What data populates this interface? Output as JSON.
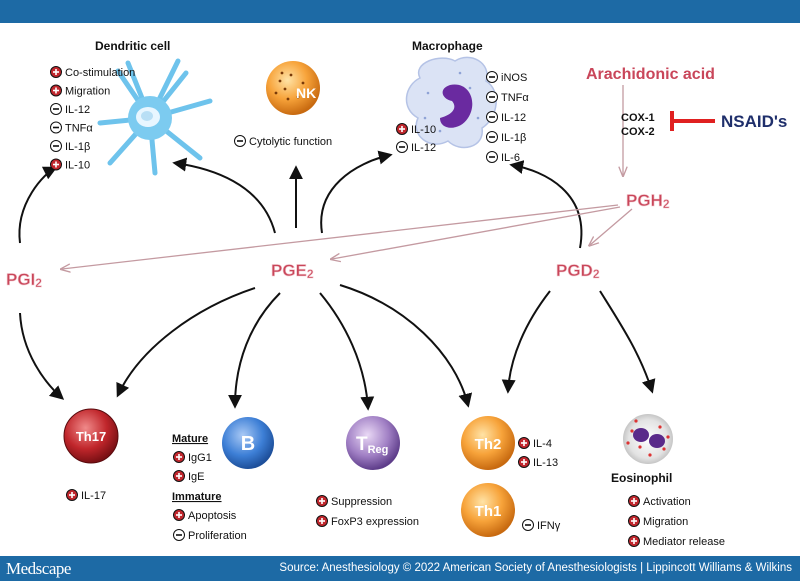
{
  "footer": {
    "logo": "Medscape",
    "source": "Source: Anesthesiology © 2022 American Society of Anesthesiologists | Lippincott Williams & Wilkins"
  },
  "diagram": {
    "prostaglandins": {
      "pgi2": "PGI",
      "pge2": "PGE",
      "pgd2": "PGD",
      "pgh2": "PGH",
      "subscript": "2"
    },
    "arachidonic_acid": "Arachidonic acid",
    "cox1": "COX-1",
    "cox2": "COX-2",
    "nsaids": "NSAID's",
    "dendritic": {
      "title": "Dendritic cell",
      "items": [
        {
          "sign": "plus",
          "text": "Co-stimulation"
        },
        {
          "sign": "plus",
          "text": "Migration"
        },
        {
          "sign": "minus",
          "text": "IL-12"
        },
        {
          "sign": "minus",
          "text": "TNFα"
        },
        {
          "sign": "minus",
          "text": "IL-1β"
        },
        {
          "sign": "plus",
          "text": "IL-10"
        }
      ]
    },
    "nk": {
      "label": "NK",
      "item": {
        "sign": "minus",
        "text": "Cytolytic function"
      }
    },
    "macrophage": {
      "title": "Macrophage",
      "left_items": [
        {
          "sign": "plus",
          "text": "IL-10"
        },
        {
          "sign": "minus",
          "text": "IL-12"
        }
      ],
      "right_items": [
        {
          "sign": "minus",
          "text": "iNOS"
        },
        {
          "sign": "minus",
          "text": "TNFα"
        },
        {
          "sign": "minus",
          "text": "IL-12"
        },
        {
          "sign": "minus",
          "text": "IL-1β"
        },
        {
          "sign": "minus",
          "text": "IL-6"
        }
      ]
    },
    "th17": {
      "label": "Th17",
      "item": {
        "sign": "plus",
        "text": "IL-17"
      }
    },
    "bcell": {
      "label": "B",
      "mature_label": "Mature",
      "mature_items": [
        {
          "sign": "plus",
          "text": "IgG1"
        },
        {
          "sign": "plus",
          "text": "IgE"
        }
      ],
      "immature_label": "Immature",
      "immature_items": [
        {
          "sign": "plus",
          "text": "Apoptosis"
        },
        {
          "sign": "minus",
          "text": "Proliferation"
        }
      ]
    },
    "treg": {
      "label": "T",
      "label_sub": "Reg",
      "items": [
        {
          "sign": "plus",
          "text": "Suppression"
        },
        {
          "sign": "plus",
          "text": "FoxP3 expression"
        }
      ]
    },
    "th2": {
      "label": "Th2",
      "items": [
        {
          "sign": "plus",
          "text": "IL-4"
        },
        {
          "sign": "plus",
          "text": "IL-13"
        }
      ]
    },
    "th1": {
      "label": "Th1",
      "item": {
        "sign": "minus",
        "text": "IFNγ"
      }
    },
    "eosinophil": {
      "title": "Eosinophil",
      "items": [
        {
          "sign": "plus",
          "text": "Activation"
        },
        {
          "sign": "plus",
          "text": "Migration"
        },
        {
          "sign": "plus",
          "text": "Mediator release"
        }
      ]
    },
    "colors": {
      "header_bar": "#1d6aa5",
      "prostaglandin_text": "#c9465a",
      "nsaid_text": "#1f2f6b",
      "inhibit_bar": "#e02020",
      "plus_sign": "#c0272d"
    }
  }
}
